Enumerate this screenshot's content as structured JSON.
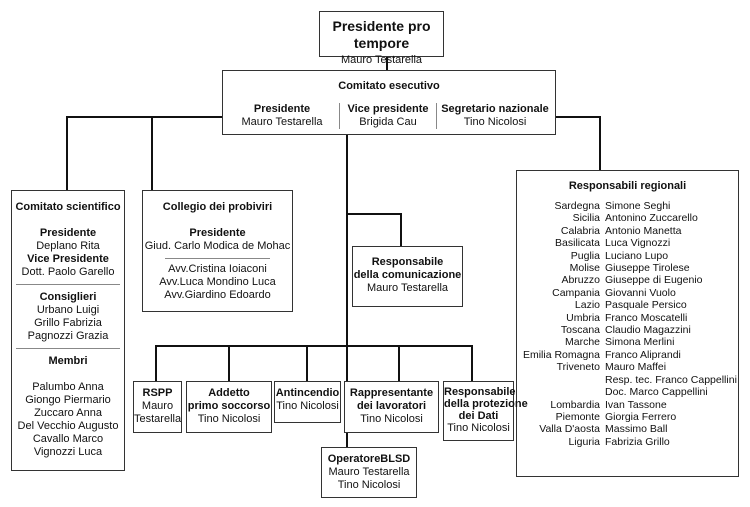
{
  "president": {
    "title": "Presidente pro tempore",
    "name": "Mauro Testarella"
  },
  "executive": {
    "title": "Comitato esecutivo",
    "roles": [
      {
        "title": "Presidente",
        "name": "Mauro Testarella"
      },
      {
        "title": "Vice presidente",
        "name": "Brigida Cau"
      },
      {
        "title": "Segretario nazionale",
        "name": "Tino Nicolosi"
      }
    ]
  },
  "scientific": {
    "title": "Comitato scientifico",
    "president_label": "Presidente",
    "president": "Deplano Rita",
    "vice_label": "Vice Presidente",
    "vice": "Dott. Paolo Garello",
    "advisors_label": "Consiglieri",
    "advisors": [
      "Urbano Luigi",
      "Grillo Fabrizia",
      "Pagnozzi Grazia"
    ],
    "members_label": "Membri",
    "members": [
      "Palumbo Anna",
      "Giongo Piermario",
      "Zuccaro Anna",
      "Del Vecchio Augusto",
      "Cavallo Marco",
      "Vignozzi Luca"
    ]
  },
  "probiviri": {
    "title": "Collegio dei probiviri",
    "president_label": "Presidente",
    "president": "Giud. Carlo Modica de Mohac",
    "members": [
      "Avv.Cristina Ioiaconi",
      "Avv.Luca Mondino  Luca",
      "Avv.Giardino Edoardo"
    ]
  },
  "communication": {
    "title_lines": [
      "Responsabile",
      "della comunicazione"
    ],
    "name": "Mauro Testarella"
  },
  "regional": {
    "title": "Responsabili regionali",
    "rows": [
      {
        "region": "Sardegna",
        "name": "Simone Seghi"
      },
      {
        "region": "Sicilia",
        "name": "Antonino Zuccarello"
      },
      {
        "region": "Calabria",
        "name": "Antonio Manetta"
      },
      {
        "region": "Basilicata",
        "name": "Luca Vignozzi"
      },
      {
        "region": "Puglia",
        "name": "Luciano Lupo"
      },
      {
        "region": "Molise",
        "name": "Giuseppe Tirolese"
      },
      {
        "region": "Abruzzo",
        "name": "Giuseppe di Eugenio"
      },
      {
        "region": "Campania",
        "name": "Giovanni Vuolo"
      },
      {
        "region": "Lazio",
        "name": "Pasquale Persico"
      },
      {
        "region": "Umbria",
        "name": "Franco Moscatelli"
      },
      {
        "region": "Toscana",
        "name": "Claudio Magazzini"
      },
      {
        "region": "Marche",
        "name": "Simona Merlini"
      },
      {
        "region": "Emilia Romagna",
        "name": "Franco Aliprandi"
      },
      {
        "region": "Triveneto",
        "name": "Mauro Maffei"
      },
      {
        "region": "",
        "name": "Resp. tec. Franco Cappellini"
      },
      {
        "region": "",
        "name": "Doc. Marco Cappellini"
      },
      {
        "region": "Lombardia",
        "name": "Ivan Tassone"
      },
      {
        "region": "Piemonte",
        "name": "Giorgia Ferrero"
      },
      {
        "region": "Valla D'aosta",
        "name": "Massimo Ball"
      },
      {
        "region": "Liguria",
        "name": "Fabrizia Grillo"
      }
    ]
  },
  "rspp": {
    "title": "RSPP",
    "name_lines": [
      "Mauro",
      "Testarella"
    ]
  },
  "first_aid": {
    "title_lines": [
      "Addetto",
      "primo soccorso"
    ],
    "name": "Tino Nicolosi"
  },
  "fire": {
    "title": "Antincendio",
    "name": "Tino Nicolosi"
  },
  "workers_rep": {
    "title_lines": [
      "Rappresentante",
      "dei lavoratori"
    ],
    "name": "Tino Nicolosi"
  },
  "data_protection": {
    "title_lines": [
      "Responsabile",
      "della protezione",
      "dei Dati"
    ],
    "name": "Tino Nicolosi"
  },
  "blsd": {
    "title": "OperatoreBLSD",
    "names": [
      "Mauro Testarella",
      "Tino Nicolosi"
    ]
  }
}
